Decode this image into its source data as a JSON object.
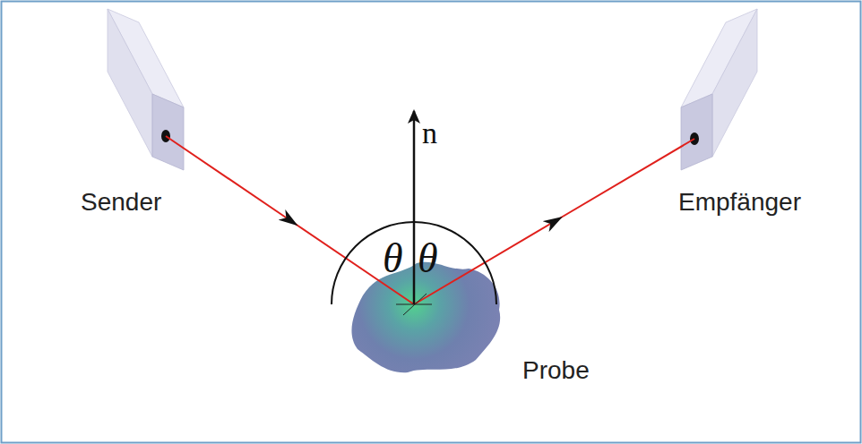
{
  "diagram": {
    "nodes": [
      {
        "text": [
          "Sender"
        ]
      },
      {
        "text": [
          "Empfänger"
        ]
      },
      {
        "text": [
          "Probe"
        ]
      }
    ],
    "edges": [
      {
        "from": 0,
        "to": 2,
        "arrow": "to"
      },
      {
        "from": 2,
        "to": 1,
        "arrow": "to"
      }
    ],
    "labels": [
      "n",
      "θ",
      "θ"
    ]
  }
}
